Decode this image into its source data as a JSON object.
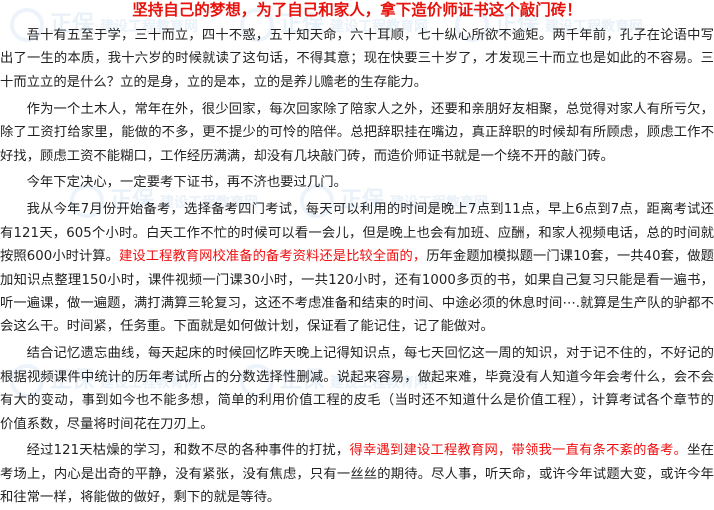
{
  "watermark": {
    "brand": "正保",
    "site": "建设工程教育网"
  },
  "title": "坚持自己的梦想，为了自己和家人，拿下造价师证书这个敲门砖！",
  "paragraphs": [
    {
      "segments": [
        {
          "text": "吾十有五至于学，三十而立，四十不惑，五十知天命，六十耳顺，七十纵心所欲不逾矩。两千年前，孔子在论语中写出了一生的本质，我十六岁的时候就读了这句话，不得其意；现在快要三十岁了，才发现三十而立也是如此的不容易。三十而立立的是什么？立的是身，立的是本，立的是养儿赡老的生存能力。",
          "red": false
        }
      ]
    },
    {
      "segments": [
        {
          "text": "作为一个土木人，常年在外，很少回家，每次回家除了陪家人之外，还要和亲朋好友相聚，总觉得对家人有所亏欠，除了工资打给家里，能做的不多，更不提少的可怜的陪伴。总把辞职挂在嘴边，真正辞职的时候却有所顾虑，顾虑工作不好找，顾虑工资不能糊口，工作经历满满，却没有几块敲门砖，而造价师证书就是一个绕不开的敲门砖。",
          "red": false
        }
      ]
    },
    {
      "segments": [
        {
          "text": "今年下定决心，一定要考下证书，再不济也要过几门。",
          "red": false
        }
      ]
    },
    {
      "segments": [
        {
          "text": "我从今年7月份开始备考，选择备考四门考试，每天可以利用的时间是晚上7点到11点，早上6点到7点，距离考试还有121天，605个小时。白天工作不忙的时候可以看一会儿，但是晚上也会有加班、应酬，和家人视频电话，总的时间就按照600小时计算。",
          "red": false
        },
        {
          "text": "建设工程教育网校准备的备考资料还是比较全面的，",
          "red": true
        },
        {
          "text": "历年金题加模拟题一门课10套，一共40套，做题加知识点整理150小时，课件视频一门课30小时，一共120小时，还有1000多页的书，如果自己复习只能是看一遍书，听一遍课，做一遍题，满打满算三轮复习，这还不考虑准备和结束的时间、中途必须的休息时间⋯.就算是生产队的驴都不会这么干。时间紧，任务重。下面就是如何做计划，保证看了能记住，记了能做对。",
          "red": false
        }
      ]
    },
    {
      "segments": [
        {
          "text": "结合记忆遗忘曲线，每天起床的时候回忆昨天晚上记得知识点，每七天回忆这一周的知识，对于记不住的，不好记的根据视频课件中统计的历年考试所占的分数选择性删减。说起来容易，做起来难，毕竟没有人知道今年会考什么，会不会有大的变动，事到如今也不能多想，简单的利用价值工程的皮毛（当时还不知道什么是价值工程），计算考试各个章节的价值系数，尽量将时间花在刀刃上。",
          "red": false
        }
      ]
    },
    {
      "segments": [
        {
          "text": "经过121天枯燥的学习，和数不尽的各种事件的打扰，",
          "red": false
        },
        {
          "text": "得幸遇到建设工程教育网，带领我一直有条不紊的备考。",
          "red": true
        },
        {
          "text": "坐在考场上，内心是出奇的平静，没有紧张，没有焦虑，只有一丝丝的期待。尽人事，听天命，或许今年试题大变，或许今年和往常一样，将能做的做好，剩下的就是等待。",
          "red": false
        }
      ]
    }
  ]
}
